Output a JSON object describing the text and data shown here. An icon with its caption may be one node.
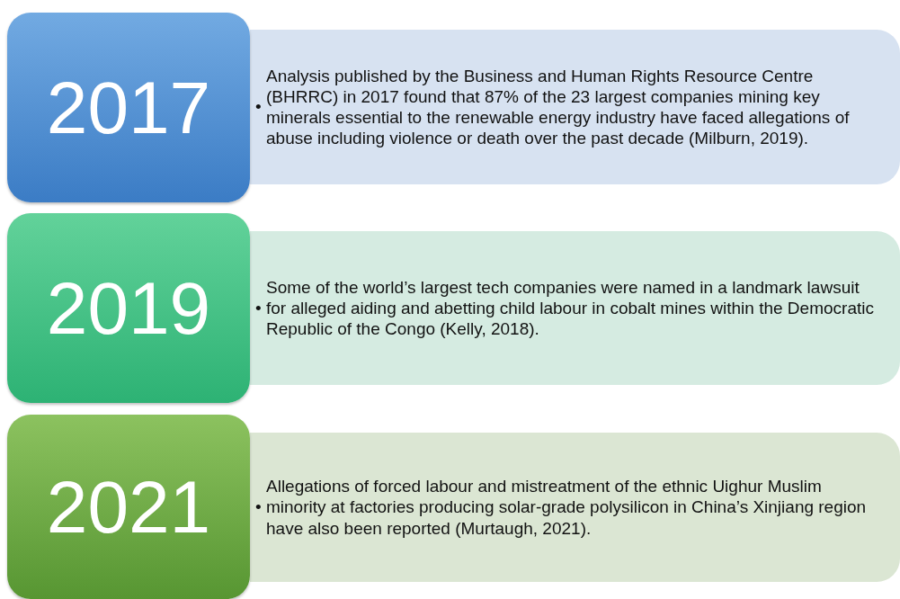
{
  "diagram": {
    "nodes": [
      {
        "text": [
          "2017"
        ]
      },
      {
        "text": [
          "•",
          "Analysis published by the Business and Human Rights Resource Centre (BHRRC) in 2017 found that 87% of the 23 largest companies mining key minerals essential to the renewable energy industry have faced allegations of abuse including violence or death over the past decade (Milburn, 2019)."
        ]
      },
      {
        "text": [
          "2019"
        ]
      },
      {
        "text": [
          "•",
          "Some of the world’s largest tech companies were named in a landmark lawsuit for alleged aiding and abetting child labour in cobalt mines within the Democratic Republic of the Congo (Kelly, 2018)."
        ]
      },
      {
        "text": [
          "2021"
        ]
      },
      {
        "text": [
          "•",
          "Allegations of forced labour and mistreatment of the ethnic Uighur Muslim minority at factories producing solar-grade polysilicon in China’s Xinjiang region have also been reported (Murtaugh, 2021)."
        ]
      }
    ]
  }
}
